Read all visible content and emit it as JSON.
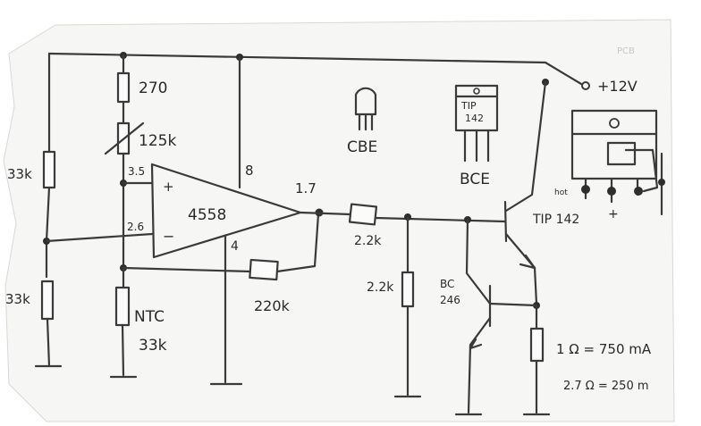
{
  "labels": {
    "r270": "270",
    "r125k": "125k",
    "r33k_top": "33k",
    "r33k_bottom": "33k",
    "pin_plus_v": "3.5",
    "pin_minus_v": "2.6",
    "pin_plus": "+",
    "pin_minus": "−",
    "opamp": "4558",
    "pin8": "8",
    "pin4": "4",
    "out_v": "1.7",
    "r220k": "220k",
    "ntc": "NTC",
    "ntc_val": "33k",
    "r22k_series": "2.2k",
    "r22k_shunt": "2.2k",
    "to92_pins": "CBE",
    "to220_tip": "TIP",
    "to220_num": "142",
    "to220_pins": "BCE",
    "q2_line1": "BC",
    "q2_line2": "246",
    "tip142": "TIP 142",
    "tip142_mark": "+",
    "supply": "+12V",
    "note1": "1 Ω = 750 mA",
    "note2": "2.7 Ω = 250 m",
    "pcb_text": "PCB",
    "heat_label": "hot"
  },
  "colors": {
    "paper": "#f6f6f4",
    "ink": "#3a3a3a"
  }
}
